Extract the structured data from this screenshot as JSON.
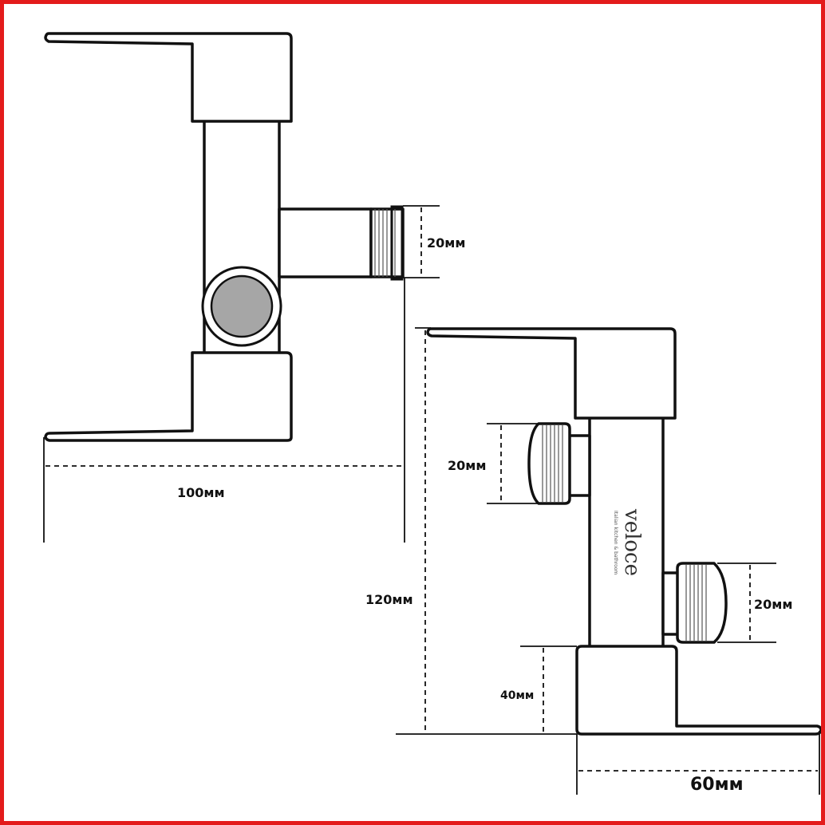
{
  "top_view": {
    "outlet_diameter_label": "20мм",
    "width_label": "100мм"
  },
  "side_view": {
    "inlet_diameter_label": "20мм",
    "outlet_diameter_label": "20мм",
    "height_label": "120мм",
    "base_height_label": "40мм",
    "depth_label": "60мм",
    "brand_logo_text": "veloce",
    "brand_tagline": "Italian kitchen & bathroom"
  },
  "colors": {
    "frame": "#e31b1b",
    "outline": "#111111",
    "cap_fill": "#a6a6a6"
  }
}
